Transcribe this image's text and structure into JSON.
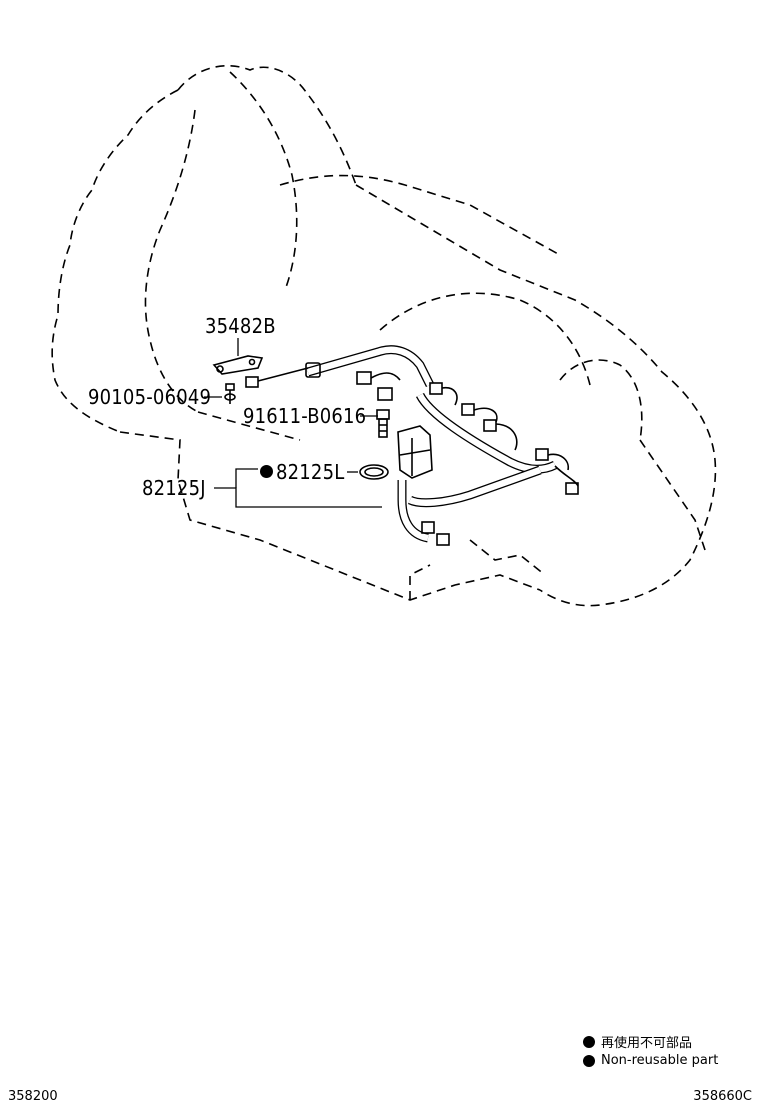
{
  "parts": {
    "p35482b": "35482B",
    "p90105": "90105-06049",
    "p91611": "91611-B0616",
    "p82125j": "82125J",
    "p82125l": "82125L"
  },
  "legend": {
    "jp": "再使用不可部品",
    "en": "Non-reusable part"
  },
  "footer": {
    "left_code": "358200",
    "right_code": "358660C"
  },
  "icons": {
    "non_reusable": "filled-circle-icon"
  },
  "colors": {
    "ink": "#000000",
    "paper": "#ffffff"
  }
}
